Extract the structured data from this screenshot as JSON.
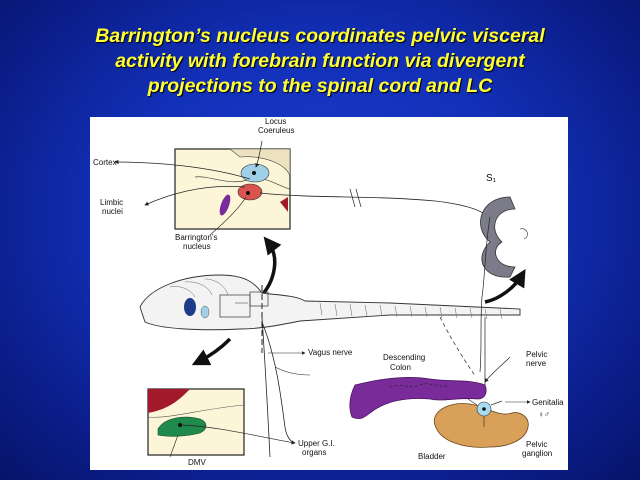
{
  "slide": {
    "title_lines": [
      "Barrington’s nucleus coordinates pelvic visceral",
      "activity with forebrain function via divergent",
      "projections to the spinal cord and LC"
    ]
  },
  "labels": {
    "locus": "Locus",
    "coeruleus": "Coeruleus",
    "cortex": "Cortex",
    "limbic": "Limbic",
    "nuclei": "nuclei",
    "barringtons": "Barrington’s",
    "nucleus": "nucleus",
    "s1": "S₁",
    "vagus_nerve": "Vagus nerve",
    "descending": "Descending",
    "colon": "Colon",
    "pelvic": "Pelvic",
    "nerve": "nerve",
    "genitalia": "Genitalia",
    "sex_symbols": "♀♂",
    "dmv": "DMV",
    "upper_gi": "Upper G.I.",
    "organs": "organs",
    "bladder": "Bladder",
    "pelvic2": "Pelvic",
    "ganglion": "ganglion"
  },
  "colors": {
    "title": "#ffff33",
    "background": "#1230b8",
    "panel": "#fdf5d8",
    "locus_blue": "#9fd0e8",
    "barrington_red": "#d9534f",
    "colon_purple": "#7a2b9a",
    "bladder_tan": "#d9a05a",
    "dmv_green": "#1f8a4c",
    "dmv_red": "#a3192c",
    "ganglion_blue": "#a8dcf0",
    "spinal_gray": "#7b7b8a"
  }
}
